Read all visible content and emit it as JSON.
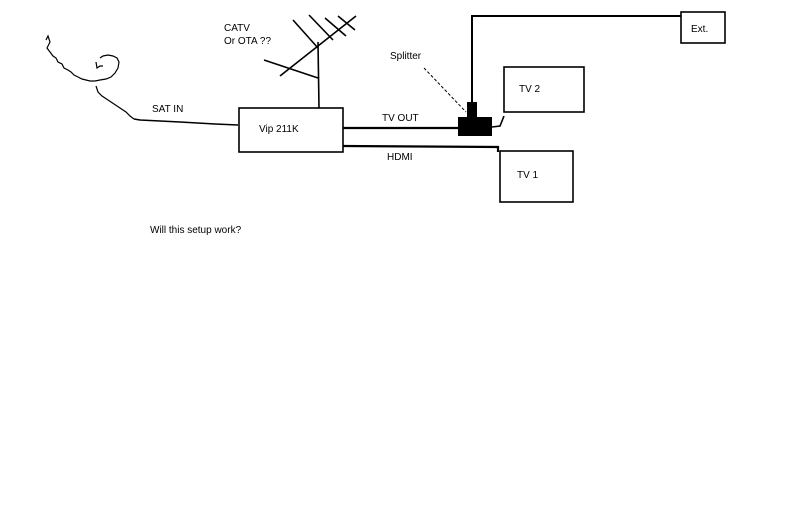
{
  "labels": {
    "catv_line1": "CATV",
    "catv_line2": "Or OTA ??",
    "splitter": "Splitter",
    "sat_in": "SAT IN",
    "receiver": "Vip 211K",
    "tv_out": "TV OUT",
    "hdmi": "HDMI",
    "tv2": "TV 2",
    "tv1": "TV 1",
    "ext": "Ext.",
    "question": "Will this setup work?"
  },
  "colors": {
    "ink": "#000000",
    "background": "#ffffff"
  },
  "icons": {
    "satellite_dish": "satellite-dish-icon",
    "antenna": "antenna-icon",
    "splitter": "splitter-icon"
  }
}
